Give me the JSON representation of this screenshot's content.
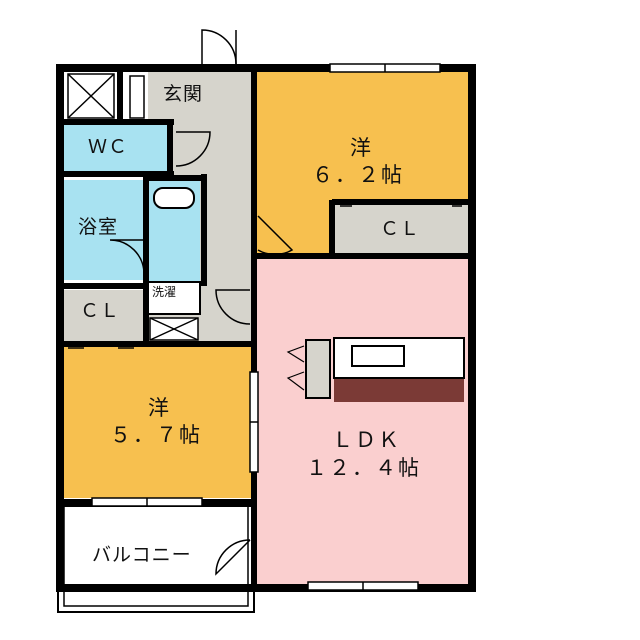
{
  "floorplan": {
    "rooms": {
      "entrance": {
        "label": "玄関"
      },
      "wc": {
        "label": "ＷＣ"
      },
      "bath": {
        "label": "浴室"
      },
      "laundry": {
        "label": "洗濯"
      },
      "cl_left": {
        "label": "ＣＬ"
      },
      "western_a": {
        "label": "洋",
        "size": "６．２帖"
      },
      "cl_top": {
        "label": "ＣＬ"
      },
      "western_b": {
        "label": "洋",
        "size": "５．７帖"
      },
      "ldk": {
        "label": "ＬＤＫ",
        "size": "１２．４帖"
      },
      "balcony": {
        "label": "バルコニー"
      }
    },
    "colors": {
      "western": "#F7C04F",
      "ldk": "#FACFCF",
      "wet_area": "#A8E2F1",
      "corridor": "#D6D4CC",
      "storage": "#D6D4CC",
      "counter": "#7B3A36",
      "wall": "#000000"
    }
  }
}
